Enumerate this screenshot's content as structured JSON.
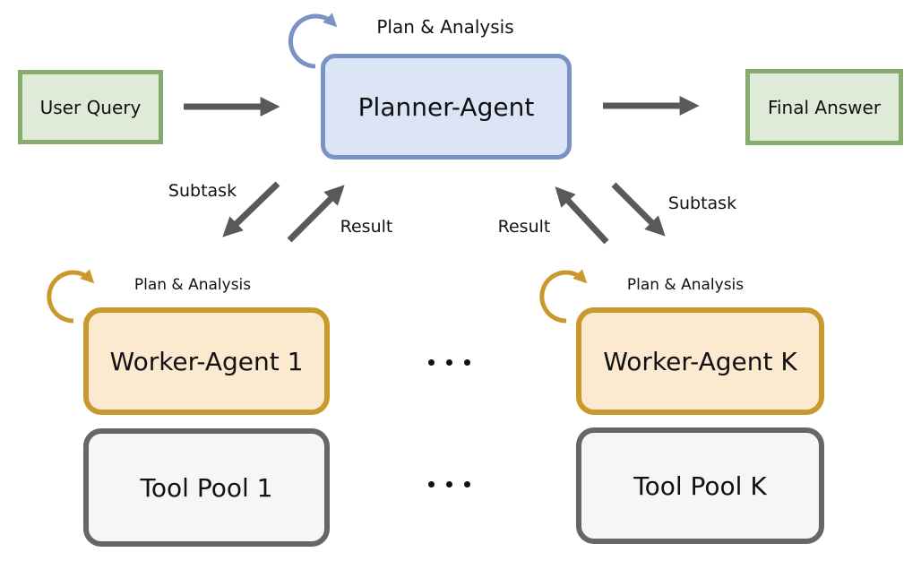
{
  "diagram": {
    "nodes": {
      "user_query": {
        "label": "User Query"
      },
      "planner_agent": {
        "label": "Planner-Agent",
        "annotation": "Plan & Analysis"
      },
      "final_answer": {
        "label": "Final Answer"
      },
      "worker_agent_1": {
        "label": "Worker-Agent 1",
        "annotation": "Plan & Analysis"
      },
      "worker_agent_k": {
        "label": "Worker-Agent K",
        "annotation": "Plan & Analysis"
      },
      "tool_pool_1": {
        "label": "Tool Pool 1"
      },
      "tool_pool_k": {
        "label": "Tool Pool K"
      }
    },
    "edge_labels": {
      "subtask_left": "Subtask",
      "result_left": "Result",
      "result_right": "Result",
      "subtask_right": "Subtask"
    },
    "icons": {
      "planner_self_loop": "loop-arrow-icon",
      "worker_1_self_loop": "loop-arrow-icon",
      "worker_k_self_loop": "loop-arrow-icon",
      "ellipsis_workers": "horizontal-ellipsis",
      "ellipsis_tool_pools": "horizontal-ellipsis"
    },
    "colors": {
      "green_border": "#87ab6f",
      "green_fill": "#dfead8",
      "blue_border": "#7b93c4",
      "blue_fill": "#dbe5f6",
      "gold_border": "#c9992e",
      "gold_fill": "#fbe9d0",
      "gray_border": "#666666",
      "gray_fill": "#f6f6f6",
      "arrow": "#595959",
      "text": "#111111"
    }
  }
}
